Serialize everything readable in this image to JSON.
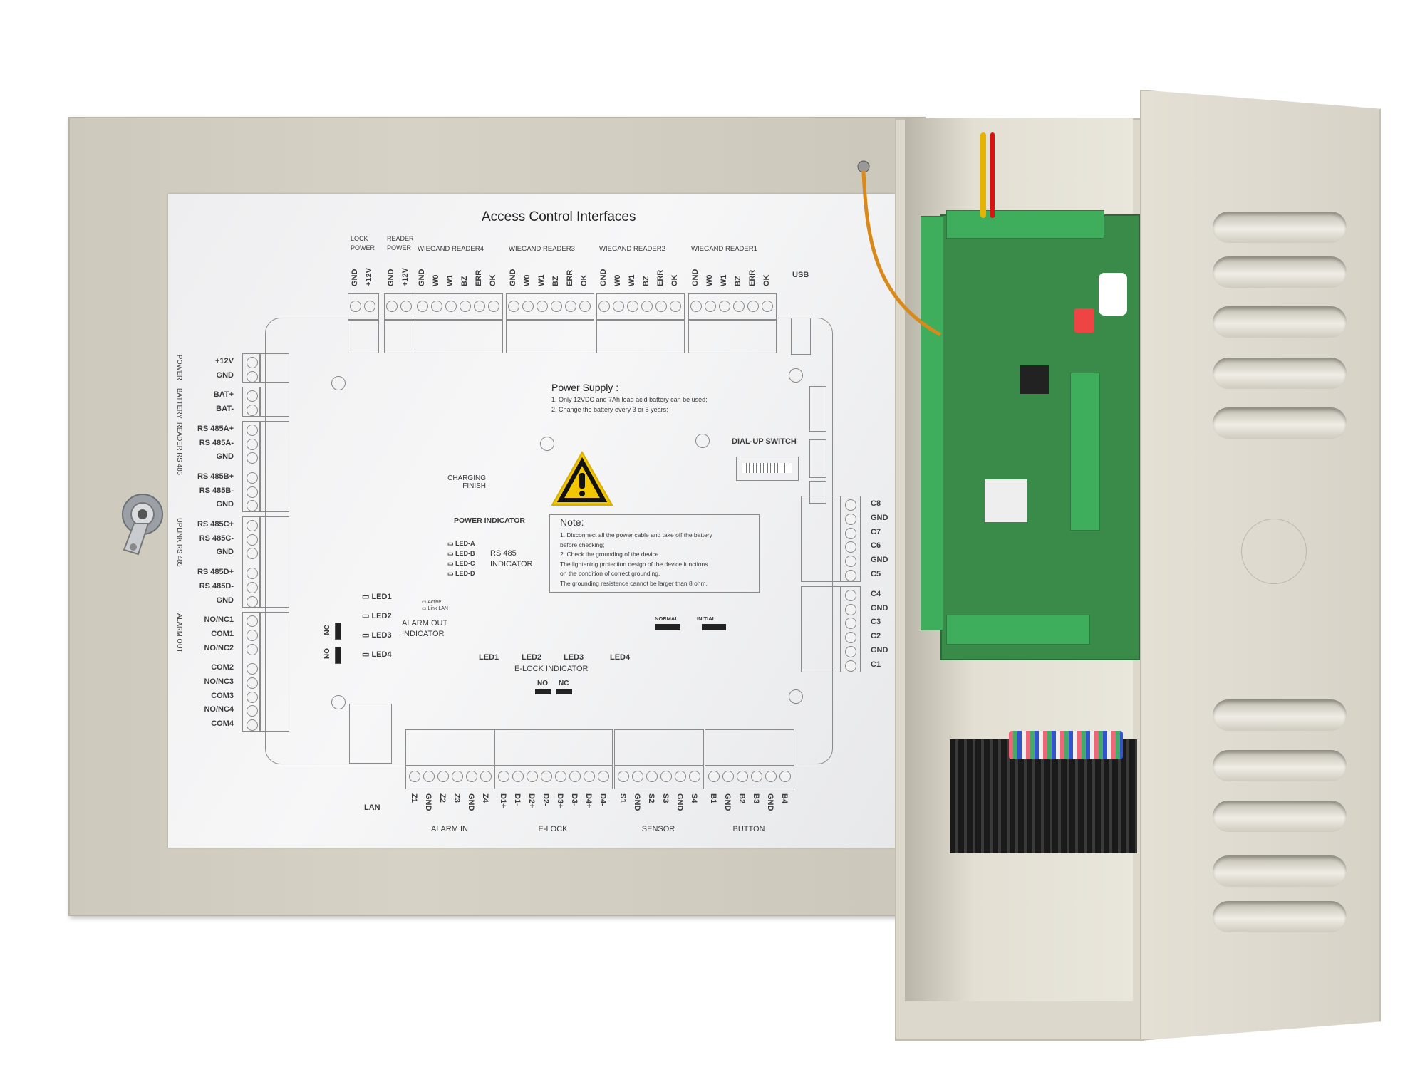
{
  "paper": {
    "title": "Access Control Interfaces",
    "usb": "USB",
    "top_groups": [
      {
        "label_lines": [
          "LOCK",
          "POWER"
        ],
        "pins": [
          "GND",
          "+12V"
        ]
      },
      {
        "label_lines": [
          "READER",
          "POWER"
        ],
        "pins": [
          "GND",
          "+12V"
        ]
      },
      {
        "label_lines": [
          "WIEGAND READER4"
        ],
        "pins": [
          "GND",
          "W0",
          "W1",
          "BZ",
          "ERR",
          "OK"
        ]
      },
      {
        "label_lines": [
          "WIEGAND READER3"
        ],
        "pins": [
          "GND",
          "W0",
          "W1",
          "BZ",
          "ERR",
          "OK"
        ]
      },
      {
        "label_lines": [
          "WIEGAND READER2"
        ],
        "pins": [
          "GND",
          "W0",
          "W1",
          "BZ",
          "ERR",
          "OK"
        ]
      },
      {
        "label_lines": [
          "WIEGAND READER1"
        ],
        "pins": [
          "GND",
          "W0",
          "W1",
          "BZ",
          "ERR",
          "OK"
        ]
      }
    ],
    "left_groups": [
      {
        "label": "POWER",
        "pins": [
          "+12V",
          "GND"
        ]
      },
      {
        "label": "BATTERY",
        "pins": [
          "BAT+",
          "BAT-"
        ]
      },
      {
        "label": "READER RS 485",
        "pins": [
          "RS 485A+",
          "RS 485A-",
          "GND",
          "RS 485B+",
          "RS 485B-",
          "GND"
        ]
      },
      {
        "label": "UPLINK RS 485",
        "pins": [
          "RS 485C+",
          "RS 485C-",
          "GND",
          "RS 485D+",
          "RS 485D-",
          "GND"
        ]
      },
      {
        "label": "ALARM OUT",
        "pins": [
          "NO/NC1",
          "COM1",
          "NO/NC2",
          "COM2",
          "NO/NC3",
          "COM3",
          "NO/NC4",
          "COM4"
        ]
      }
    ],
    "right_groups": [
      {
        "pins": [
          "C8",
          "GND",
          "C7",
          "C6",
          "GND",
          "C5"
        ]
      },
      {
        "pins": [
          "C4",
          "GND",
          "C3",
          "C2",
          "GND",
          "C1"
        ]
      }
    ],
    "lan": "LAN",
    "bottom_groups": [
      {
        "label": "ALARM IN",
        "pins": [
          "Z1",
          "GND",
          "Z2",
          "Z3",
          "GND",
          "Z4"
        ]
      },
      {
        "label": "E-LOCK",
        "pins": [
          "D1+",
          "D1-",
          "D2+",
          "D2-",
          "D3+",
          "D3-",
          "D4+",
          "D4-"
        ]
      },
      {
        "label": "SENSOR",
        "pins": [
          "S1",
          "GND",
          "S2",
          "S3",
          "GND",
          "S4"
        ]
      },
      {
        "label": "BUTTON",
        "pins": [
          "B1",
          "GND",
          "B2",
          "B3",
          "GND",
          "B4"
        ]
      }
    ],
    "power_supply": {
      "title": "Power Supply :",
      "lines": [
        "1. Only 12VDC and 7Ah lead acid battery can be used;",
        "2. Change the battery every 3 or 5 years;"
      ]
    },
    "dial_switch": "DIAL-UP SWITCH",
    "charging": [
      "CHARGING",
      "FINISH"
    ],
    "power_indicator": "POWER INDICATOR",
    "rs485_leds": [
      "LED-A",
      "LED-B",
      "LED-C",
      "LED-D"
    ],
    "rs485_indicator": [
      "RS 485",
      "INDICATOR"
    ],
    "note": {
      "title": "Note:",
      "lines": [
        "1. Disconnect all the power cable and take off the battery",
        "before checking;",
        "2. Check the grounding of the device.",
        "The lightening protection design of the device functions",
        "on the condition of correct grounding.",
        "The grounding resistence cannot be larger than 8 ohm."
      ]
    },
    "alarm_leds": [
      "LED1",
      "LED2",
      "LED3",
      "LED4"
    ],
    "alarm_indicator": [
      "ALARM OUT",
      "INDICATOR"
    ],
    "lan_leds": {
      "active": "Active",
      "link": "Link",
      "lan": "LAN"
    },
    "nc_label": "NC",
    "no_label": "NO",
    "normal_label": "NORMAL",
    "initial_label": "INITIAL",
    "elock_leds": [
      "LED1",
      "LED2",
      "LED3",
      "LED4"
    ],
    "elock_indicator": "E-LOCK INDICATOR",
    "elock_no": "NO",
    "elock_nc": "NC"
  },
  "colors": {
    "enclosure": "#d6d2c6",
    "pcb": "#3a8a4a",
    "terminal": "#3fae5c",
    "warning": "#f2c600"
  }
}
